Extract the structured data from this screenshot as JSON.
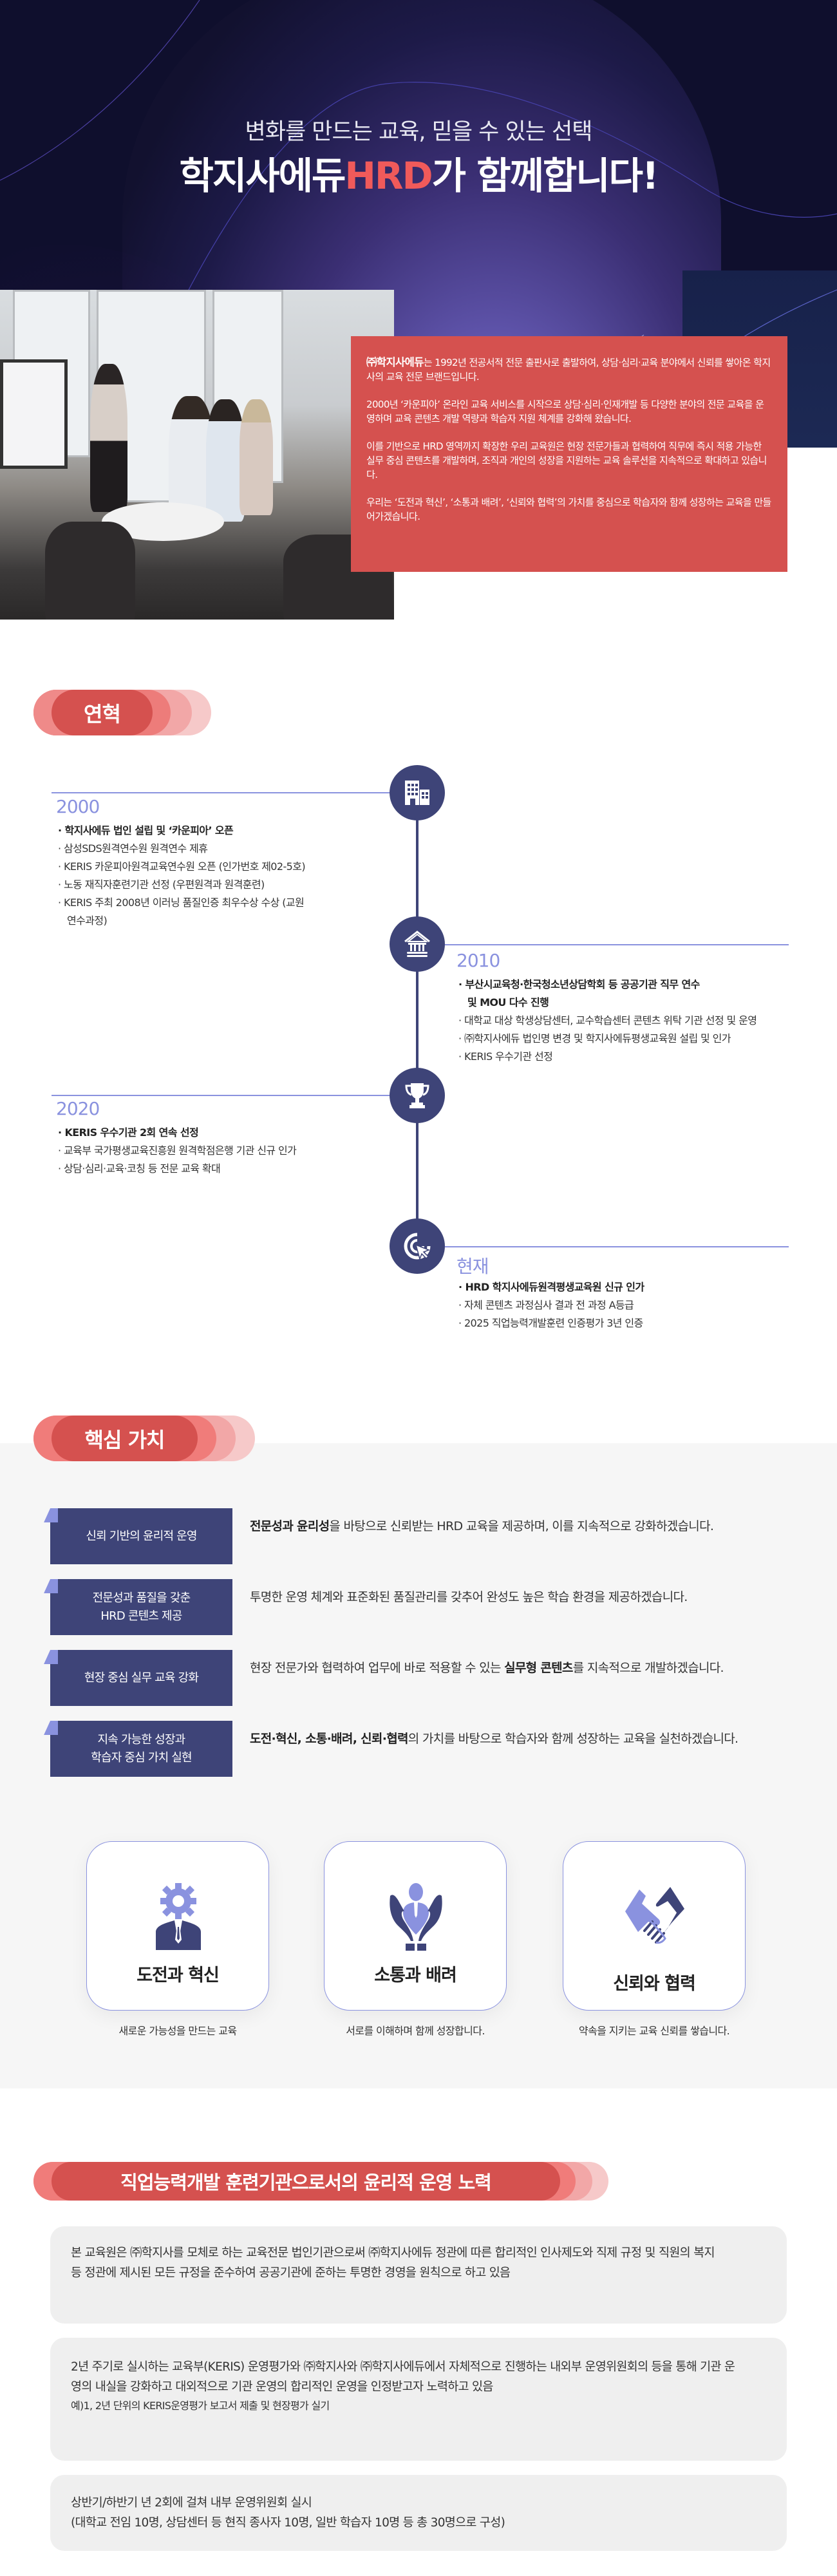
{
  "hero": {
    "subtitle": "변화를 만드는 교육, 믿을 수 있는 선택",
    "title_prefix": "학지사에듀",
    "title_highlight": "HRD",
    "title_suffix": "가 함께합니다!"
  },
  "intro": {
    "company_name": "㈜학지사에듀",
    "paragraphs": [
      "는 1992년 전공서적 전문 출판사로 출발하여, 상담·심리·교육 분야에서 신뢰를 쌓아온 학지사의 교육 전문 브랜드입니다.",
      "2000년 ‘카운피아’ 온라인 교육 서비스를 시작으로 상담·심리·인재개발 등 다양한 분야의 전문 교육을 운영하며 교육 콘텐츠 개발 역량과 학습자 지원 체계를 강화해 왔습니다.",
      "이를 기반으로 HRD 영역까지 확장한 우리 교육원은 현장 전문가들과 협력하여 직무에 즉시 적용 가능한 실무 중심 콘텐츠를 개발하며, 조직과 개인의 성장을 지원하는 교육 솔루션을 지속적으로 확대하고 있습니다.",
      "우리는 ‘도전과 혁신’, ‘소통과 배려’, ‘신뢰와 협력’의 가치를 중심으로 학습자와 함께 성장하는 교육을 만들어가겠습니다."
    ]
  },
  "history": {
    "heading": "연혁",
    "entries": [
      {
        "year": "2000",
        "icon": "building-icon",
        "items": [
          "· 학지사에듀 법인 설립 및 ‘카운피아’ 오픈",
          "· 삼성SDS원격연수원 원격연수 제휴",
          "· KERIS 카운피아원격교육연수원 오픈 (인가번호 제02-5호)",
          "· 노동 재직자훈련기관 선정 (우편원격과 원격훈련)",
          "· KERIS 주최 2008년 이러닝 품질인증 최우수상 수상 (교원연수과정)"
        ]
      },
      {
        "year": "2010",
        "icon": "institution-icon",
        "items": [
          "· 부산시교육청·한국청소년상담학회 등 공공기관 직무 연수 및 MOU 다수 진행",
          "· 대학교 대상 학생상담센터, 교수학습센터 콘텐츠 위탁 기관 선정 및 운영",
          "· ㈜학지사에듀 법인명 변경 및 학지사에듀평생교육원 설립 및 인가",
          "· KERIS 우수기관 선정"
        ]
      },
      {
        "year": "2020",
        "icon": "trophy-icon",
        "items": [
          "· KERIS 우수기관 2회 연속 선정",
          "· 교육부 국가평생교육진흥원 원격학점은행 기관 신규 인가",
          "· 상담·심리·교육·코칭 등 전문 교육 확대"
        ]
      },
      {
        "year": "현재",
        "icon": "target-cursor-icon",
        "items": [
          "· HRD 학지사에듀원격평생교육원 신규 인가",
          "· 자체 콘텐츠 과정심사 결과 전 과정 A등급",
          "· 2025 직업능력개발훈련 인증평가 3년 인증"
        ]
      }
    ]
  },
  "core_values": {
    "heading": "핵심 가치",
    "rows": [
      {
        "label": "신뢰 기반의 윤리적 운영",
        "bold": "전문성과 윤리성",
        "text": "을 바탕으로 신뢰받는 HRD 교육을 제공하며, 이를 지속적으로 강화하겠습니다."
      },
      {
        "label": "전문성과 품질을 갖춘\nHRD 콘텐츠 제공",
        "text": "투명한 운영 체계와 표준화된 품질관리를 갖추어 완성도 높은 학습 환경을 제공하겠습니다."
      },
      {
        "label": "현장 중심 실무 교육 강화",
        "text_before": "현장 전문가와 협력하여 업무에 바로 적용할 수 있는 ",
        "bold": "실무형 콘텐츠",
        "text": "를 지속적으로 개발하겠습니다."
      },
      {
        "label": "지속 가능한 성장과\n학습자 중심 가치 실현",
        "bold": "도전·혁신, 소통·배려, 신뢰·협력",
        "text": "의 가치를 바탕으로 학습자와 함께 성장하는 교육을 실천하겠습니다."
      }
    ],
    "cards": [
      {
        "title": "도전과 혁신",
        "caption": "새로운 가능성을 만드는 교육",
        "icon": "gear-head-person-icon"
      },
      {
        "title": "소통과 배려",
        "caption": "서로를 이해하며 함께 성장합니다.",
        "icon": "hands-holding-person-icon"
      },
      {
        "title": "신뢰와 협력",
        "caption": "약속을 지키는 교육 신뢰를 쌓습니다.",
        "icon": "handshake-icon"
      }
    ]
  },
  "ethics": {
    "heading": "직업능력개발 훈련기관으로서의 윤리적 운영 노력",
    "boxes": [
      {
        "text": "본 교육원은 ㈜학지사를 모체로 하는 교육전문 법인기관으로써 ㈜학지사에듀 정관에 따른 합리적인 인사제도와 직제 규정 및 직원의 복지 등 정관에 제시된 모든 규정을 준수하여 공공기관에 준하는 투명한 경영을 원칙으로 하고 있음"
      },
      {
        "text": "2년 주기로 실시하는 교육부(KERIS) 운영평가와 ㈜학지사와 ㈜학지사에듀에서 자체적으로 진행하는 내외부 운영위원회의 등을 통해 기관 운영의 내실을 강화하고 대외적으로 기관 운영의 합리적인 운영을 인정받고자 노력하고 있음",
        "note": "예)1, 2년 단위의 KERIS운영평가 보고서 제출 및 현장평가 실기"
      },
      {
        "text": "상반기/하반기 년 2회에 걸쳐 내부 운영위원회 실시",
        "text2": "(대학교 전임 10명, 상담센터 등 현직 종사자 10명, 일반 학습자 10명 등 총 30명으로 구성)"
      }
    ]
  },
  "colors": {
    "brand_red": "#d5514f",
    "navy": "#3e4478",
    "periwinkle": "#8a92df",
    "hero_bg": "#0f0f2d",
    "section_gray": "#f6f6f6",
    "box_gray": "#efefef"
  }
}
